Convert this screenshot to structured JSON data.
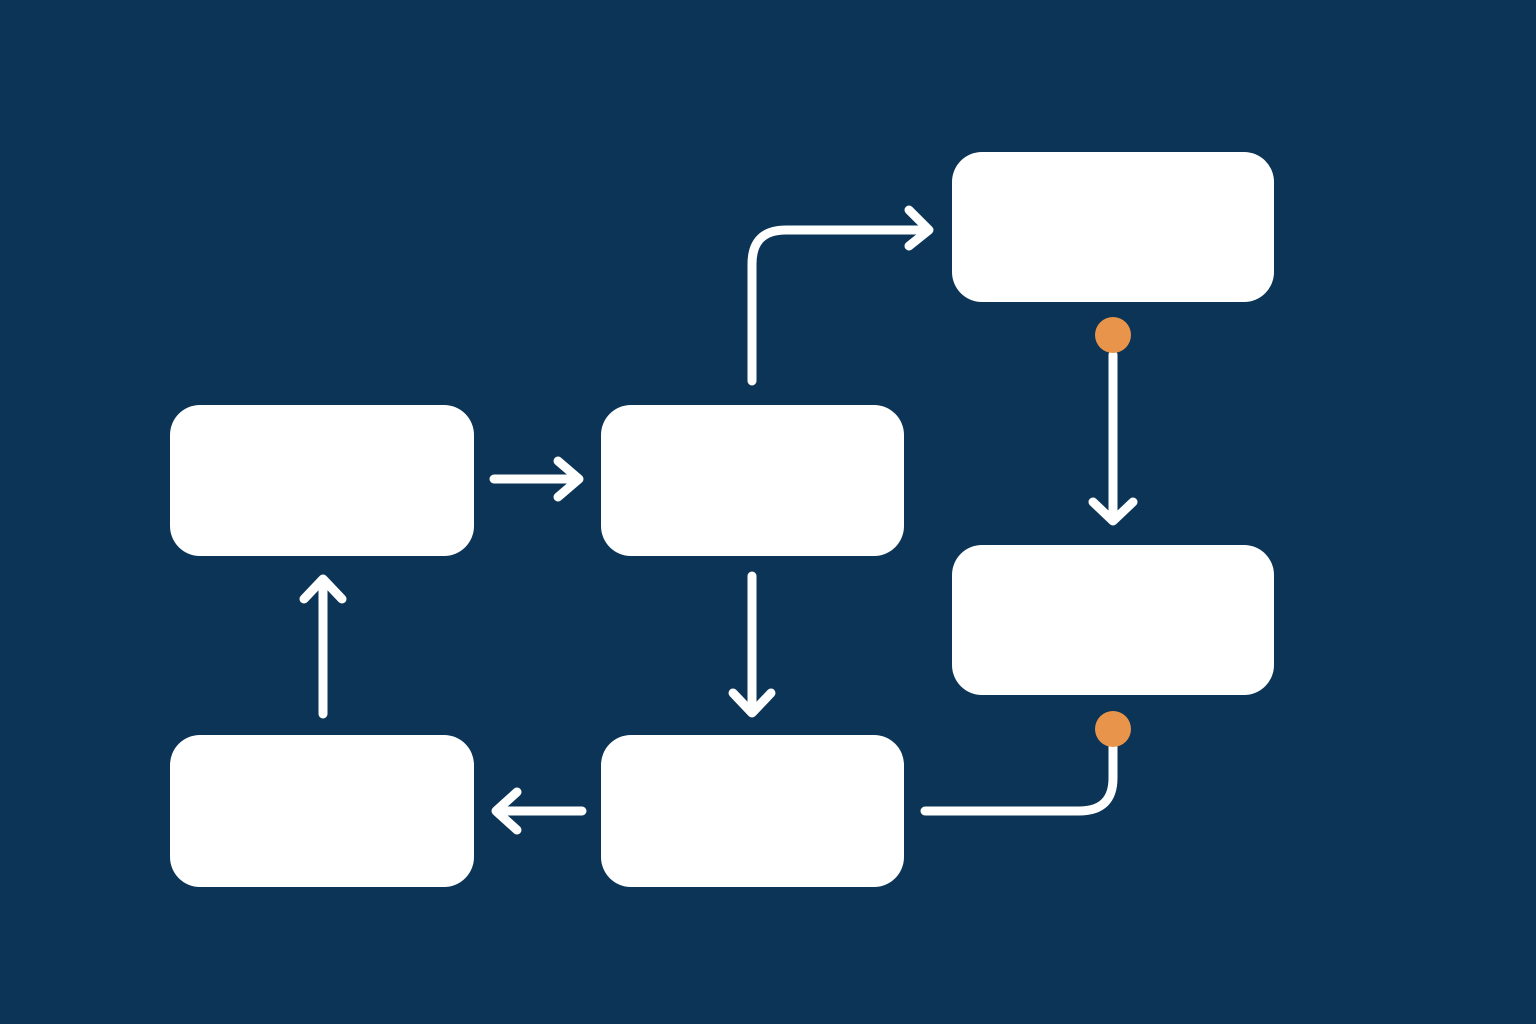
{
  "diagram": {
    "background": "#0b3456",
    "box_color": "#ffffff",
    "line_color": "#ffffff",
    "port_color": "#e8944a",
    "nodes": [
      {
        "id": "box-left-top",
        "label": ""
      },
      {
        "id": "box-center-middle",
        "label": ""
      },
      {
        "id": "box-right-top",
        "label": ""
      },
      {
        "id": "box-right-middle",
        "label": ""
      },
      {
        "id": "box-center-bottom",
        "label": ""
      },
      {
        "id": "box-left-bottom",
        "label": ""
      }
    ],
    "edges": [
      {
        "from": "box-left-top",
        "to": "box-center-middle"
      },
      {
        "from": "box-center-middle",
        "to": "box-right-top"
      },
      {
        "from": "box-right-top",
        "to": "box-right-middle",
        "start_port": true
      },
      {
        "from": "box-right-middle",
        "to": "box-center-bottom",
        "start_port": true,
        "arrowhead": false
      },
      {
        "from": "box-center-middle",
        "to": "box-center-bottom"
      },
      {
        "from": "box-center-bottom",
        "to": "box-left-bottom"
      },
      {
        "from": "box-left-bottom",
        "to": "box-left-top"
      }
    ]
  }
}
